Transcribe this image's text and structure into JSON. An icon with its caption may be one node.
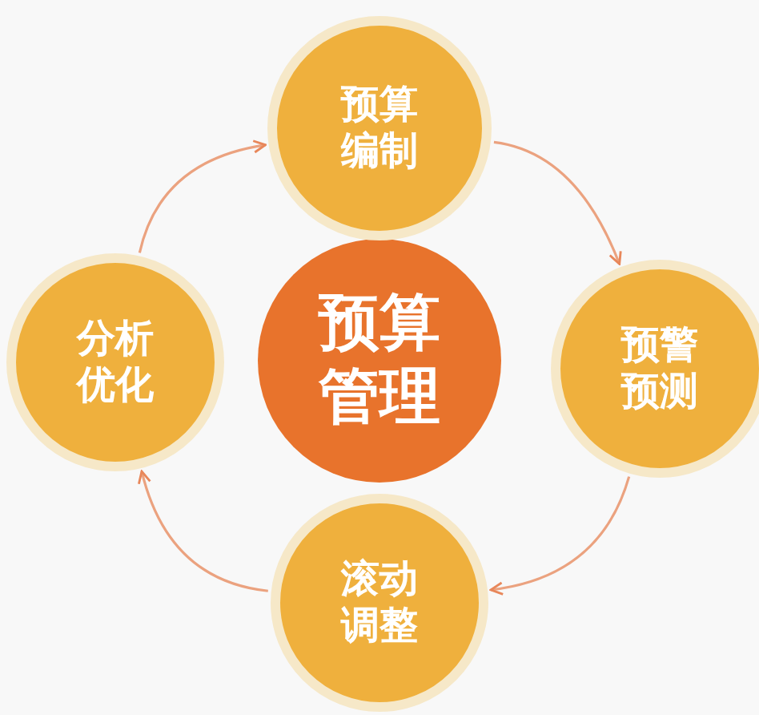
{
  "diagram": {
    "nodes": [
      {
        "text": [
          "预算管理"
        ]
      },
      {
        "text": [
          "预算编制"
        ]
      },
      {
        "text": [
          "预警预测"
        ]
      },
      {
        "text": [
          "滚动调整"
        ]
      },
      {
        "text": [
          "分析优化"
        ]
      }
    ],
    "edges": [
      {
        "from": 1,
        "to": 2,
        "arrow": "to"
      },
      {
        "from": 2,
        "to": 3,
        "arrow": "to"
      },
      {
        "from": 3,
        "to": 4,
        "arrow": "to"
      },
      {
        "from": 4,
        "to": 1,
        "arrow": "to"
      }
    ]
  }
}
